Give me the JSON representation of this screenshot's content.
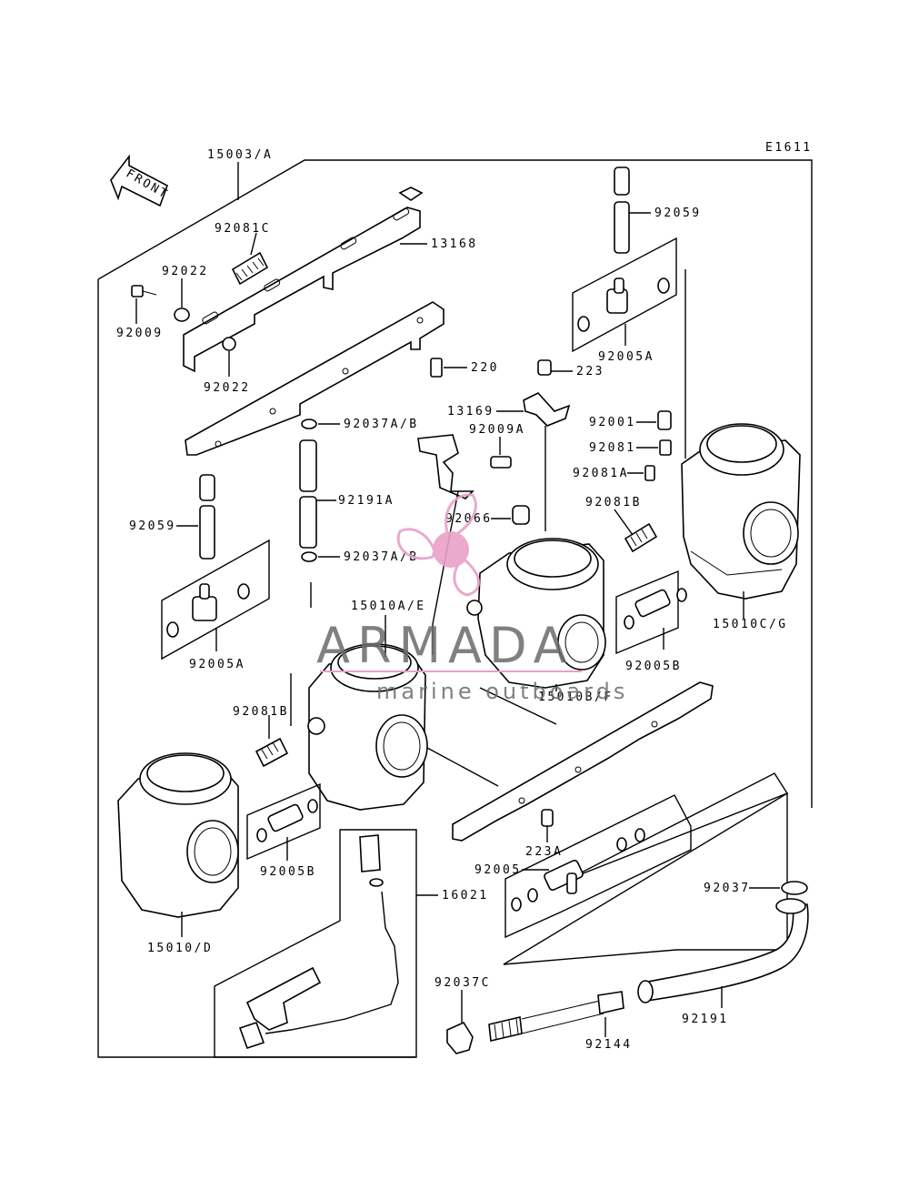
{
  "diagram_code": "E1611",
  "front_label": "FRONT",
  "watermark": {
    "brand": "ARMADA",
    "tagline": "marine outboards",
    "accent_color": "#e8a0c8",
    "text_color": "#6a6a6a"
  },
  "labels": {
    "assy_top": "15003/A",
    "l_92081C": "92081C",
    "l_13168": "13168",
    "l_92022a": "92022",
    "l_92009": "92009",
    "l_92022b": "92022",
    "l_220": "220",
    "l_92059_top": "92059",
    "l_92005A_top": "92005A",
    "l_223": "223",
    "l_13169": "13169",
    "l_92009A": "92009A",
    "l_92001": "92001",
    "l_92081": "92081",
    "l_92081A": "92081A",
    "l_92081B_r": "92081B",
    "l_92037AB_1": "92037A/B",
    "l_92191A": "92191A",
    "l_92066": "92066",
    "l_92037AB_2": "92037A/B",
    "l_92059_left": "92059",
    "l_92005A_left": "92005A",
    "l_15010AE": "15010A/E",
    "l_15010CG": "15010C/G",
    "l_92005B_r": "92005B",
    "l_15010BF": "15010B/F",
    "l_92081B_l": "92081B",
    "l_92005B_l": "92005B",
    "l_15010D": "15010/D",
    "l_223A": "223A",
    "l_92005": "92005",
    "l_16021": "16021",
    "l_92037": "92037",
    "l_92037C": "92037C",
    "l_92144": "92144",
    "l_92191": "92191"
  }
}
